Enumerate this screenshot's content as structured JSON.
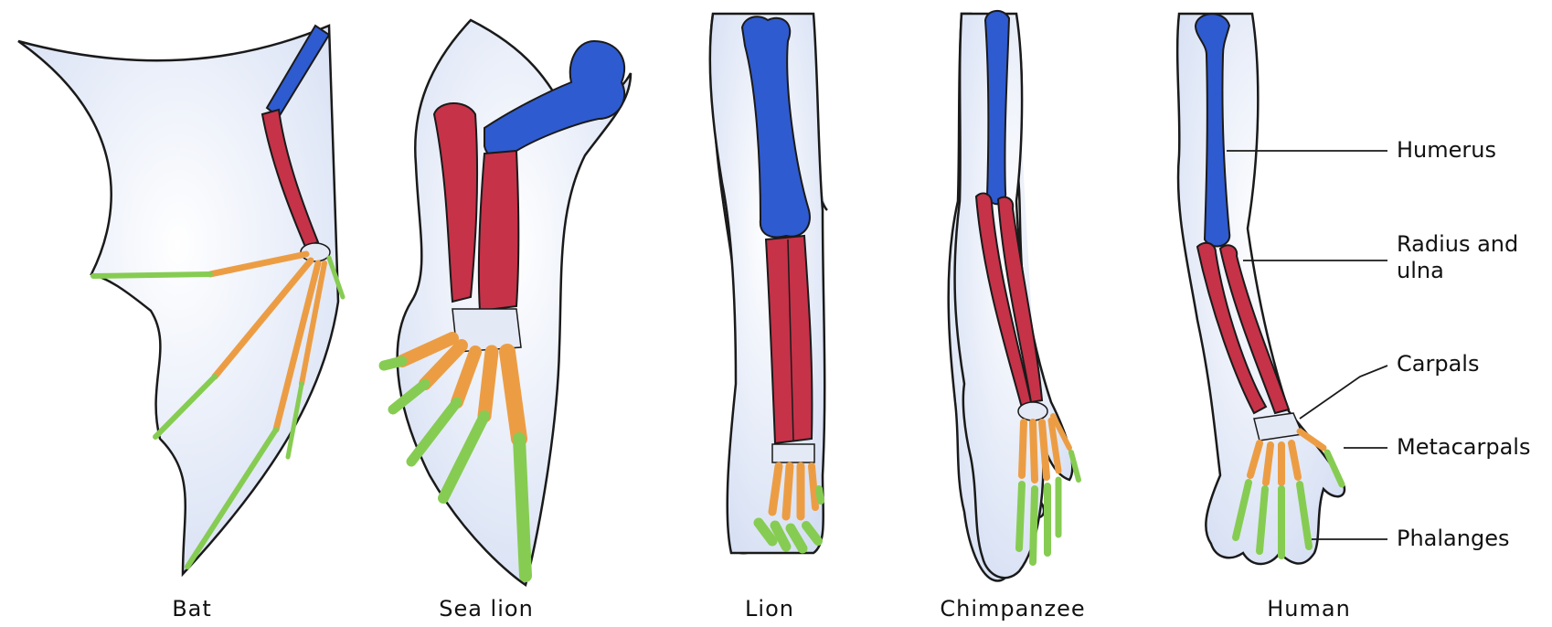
{
  "colors": {
    "humerus": "#2f5bd0",
    "radius_ulna": "#c63248",
    "carpals": "#e4e9f6",
    "metacarpals": "#ec9d44",
    "phalanges": "#86cc52",
    "skin": "#e9eef9",
    "outline": "#1a1a1a"
  },
  "captions": {
    "bat": "Bat",
    "sea_lion": "Sea lion",
    "lion": "Lion",
    "chimpanzee": "Chimpanzee",
    "human": "Human"
  },
  "labels": {
    "humerus": "Humerus",
    "radius_ulna": "Radius and\nulna",
    "carpals": "Carpals",
    "metacarpals": "Metacarpals",
    "phalanges": "Phalanges"
  }
}
